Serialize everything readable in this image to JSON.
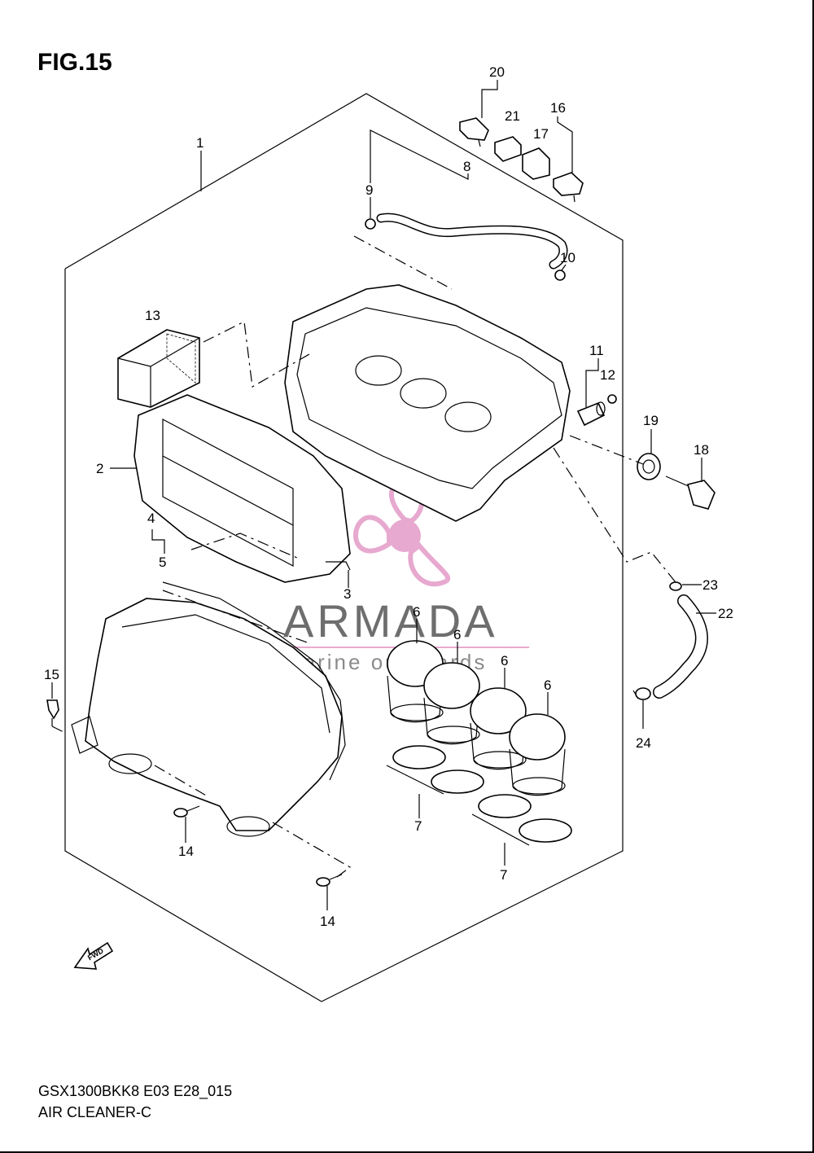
{
  "figure": {
    "title": "FIG.15",
    "model_code": "GSX1300BKK8 E03 E28_015",
    "assembly_name": "AIR CLEANER-C"
  },
  "watermark": {
    "brand": "ARMADA",
    "tagline": "marine outboards",
    "logo_color": "#e7a9cf"
  },
  "direction_marker": {
    "label": "FWD"
  },
  "callouts": {
    "c1": "1",
    "c2": "2",
    "c3": "3",
    "c4": "4",
    "c5": "5",
    "c6a": "6",
    "c6b": "6",
    "c6c": "6",
    "c6d": "6",
    "c7a": "7",
    "c7b": "7",
    "c8": "8",
    "c9": "9",
    "c10": "10",
    "c11": "11",
    "c12": "12",
    "c13": "13",
    "c14a": "14",
    "c14b": "14",
    "c15": "15",
    "c16": "16",
    "c17": "17",
    "c18": "18",
    "c19": "19",
    "c20": "20",
    "c21": "21",
    "c22": "22",
    "c23": "23",
    "c24": "24"
  }
}
